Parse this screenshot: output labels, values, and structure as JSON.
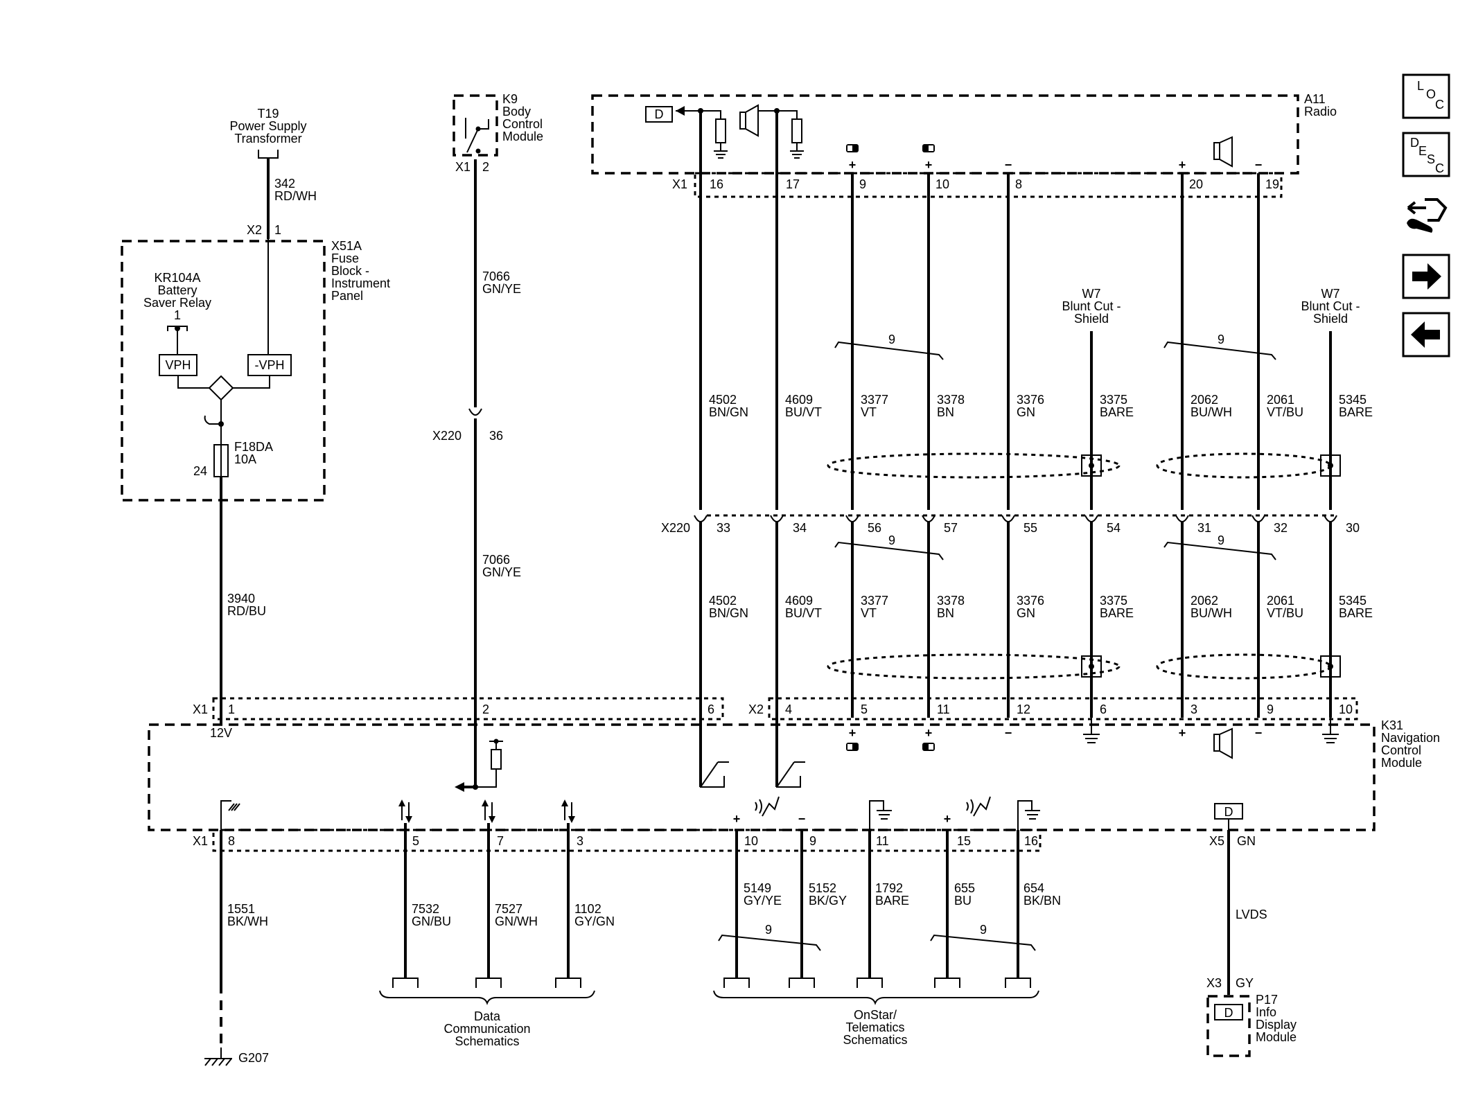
{
  "components": {
    "t19": [
      "T19",
      "Power Supply",
      "Transformer"
    ],
    "k9": [
      "K9",
      "Body",
      "Control",
      "Module"
    ],
    "a11": [
      "A11",
      "Radio"
    ],
    "x51a": [
      "X51A",
      "Fuse",
      "Block -",
      "Instrument",
      "Panel"
    ],
    "kr104a": [
      "KR104A",
      "Battery",
      "Saver Relay"
    ],
    "k31": [
      "K31",
      "Navigation",
      "Control",
      "Module"
    ],
    "w7_left": [
      "W7",
      "Blunt Cut -",
      "Shield"
    ],
    "w7_right": [
      "W7",
      "Blunt Cut -",
      "Shield"
    ],
    "p17": [
      "P17",
      "Info",
      "Display",
      "Module"
    ],
    "f18da": [
      "F18DA",
      "10A"
    ],
    "g207": "G207"
  },
  "relay": {
    "vph": "VPH",
    "neg_vph": "-VPH",
    "pin": "1",
    "fuse_pin": "24"
  },
  "wires": {
    "t19": [
      "342",
      "RD/WH"
    ],
    "fuse_out": [
      "3940",
      "RD/BU"
    ],
    "k9_upper": [
      "7066",
      "GN/YE"
    ],
    "k9_lower": [
      "7066",
      "GN/YE"
    ],
    "ground": [
      "1551",
      "BK/WH"
    ],
    "dc_5": [
      "7532",
      "GN/BU"
    ],
    "dc_7": [
      "7527",
      "GN/WH"
    ],
    "dc_3": [
      "1102",
      "GY/GN"
    ],
    "ot_10": [
      "5149",
      "GY/YE"
    ],
    "ot_9": [
      "5152",
      "BK/GY"
    ],
    "ot_11": [
      "1792",
      "BARE"
    ],
    "ot_15": [
      "655",
      "BU"
    ],
    "ot_16": [
      "654",
      "BK/BN"
    ],
    "lvds": "LVDS",
    "radio": [
      [
        "4502",
        "BN/GN"
      ],
      [
        "4609",
        "BU/VT"
      ],
      [
        "3377",
        "VT"
      ],
      [
        "3378",
        "BN"
      ],
      [
        "3376",
        "GN"
      ],
      [
        "3375",
        "BARE"
      ],
      [
        "2062",
        "BU/WH"
      ],
      [
        "2061",
        "VT/BU"
      ],
      [
        "5345",
        "BARE"
      ]
    ]
  },
  "connectors": {
    "x2_fuse": [
      "X2",
      "1"
    ],
    "x1_k9": [
      "X1",
      "2"
    ],
    "x220_k9": [
      "X220",
      "36"
    ],
    "a11_x1": "X1",
    "a11_pins": [
      "16",
      "17",
      "9",
      "10",
      "8",
      "20",
      "19"
    ],
    "x220": "X220",
    "x220_pins": [
      "33",
      "34",
      "56",
      "57",
      "55",
      "54",
      "31",
      "32",
      "30"
    ],
    "k31_x1_top": "X1",
    "k31_x1_top_pins": [
      "1",
      "2",
      "6"
    ],
    "k31_x2": "X2",
    "k31_x2_pins": [
      "4",
      "5",
      "11",
      "12",
      "6",
      "3",
      "9",
      "10"
    ],
    "twist": "9",
    "voltage": "12V",
    "k31_x1_bottom": "X1",
    "k31_x1_bottom_pins": [
      "8",
      "5",
      "7",
      "3",
      "10",
      "9",
      "11",
      "15",
      "16"
    ],
    "x5": [
      "X5",
      "GN"
    ],
    "x3": [
      "X3",
      "GY"
    ]
  },
  "icons": {
    "display": "D",
    "plus": "+",
    "minus": "−"
  },
  "references": {
    "data": [
      "Data",
      "Communication",
      "Schematics"
    ],
    "onstar": [
      "OnStar/",
      "Telematics",
      "Schematics"
    ]
  },
  "nav": {
    "loc": [
      "L",
      "O",
      "C"
    ],
    "desc": [
      "D",
      "E",
      "S",
      "C"
    ]
  }
}
